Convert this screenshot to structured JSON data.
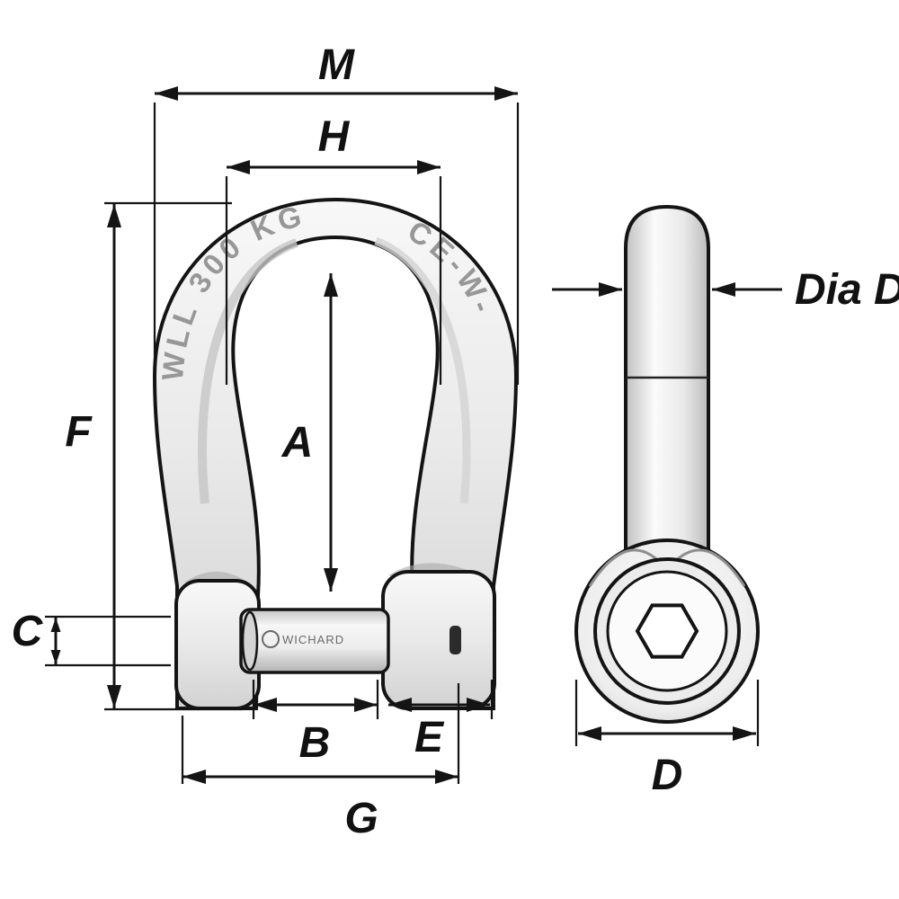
{
  "diagram": {
    "type": "technical-drawing",
    "subject": "Bow shackle with allen head pin, front and side views with dimension callouts",
    "background": "#ffffff",
    "line_color": "#141414"
  },
  "front_view": {
    "engraving_left": "WLL 300 KG",
    "engraving_right": "CE-W-",
    "pin_brand": "WICHARD",
    "dim_labels": {
      "m": "M",
      "h": "H",
      "a": "A",
      "f": "F",
      "c": "C",
      "b": "B",
      "e": "E",
      "g": "G"
    }
  },
  "side_view": {
    "dim_labels": {
      "dia_d": "Dia D",
      "d": "D"
    }
  }
}
